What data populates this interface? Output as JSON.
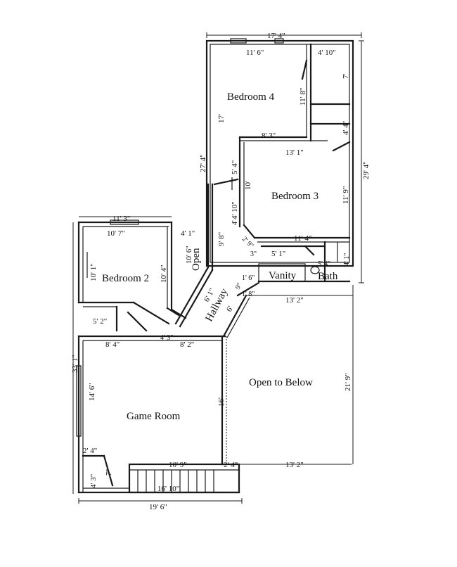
{
  "rooms": {
    "bedroom4": "Bedroom 4",
    "bedroom3": "Bedroom 3",
    "bedroom2": "Bedroom 2",
    "game_room": "Game Room",
    "open_to_below": "Open to Below",
    "hallway": "Hallway",
    "open": "Open",
    "vanity": "Vanity",
    "bath": "Bath"
  },
  "dimensions": {
    "d_17_4": "17' 4\"",
    "d_11_6": "11' 6\"",
    "d_4_10": "4' 10\"",
    "d_7": "7'",
    "d_11_8": "11' 8\"",
    "d_17": "17'",
    "d_27_4": "27' 4\"",
    "d_29_4": "29' 4\"",
    "d_4_4": "4' 4\"",
    "d_8_3": "8' 3\"",
    "d_13_1": "13' 1\"",
    "d_5_4": "5' 4\"",
    "d_10": "10'",
    "d_4_10b": "4' 10\"",
    "d_11_9": "11' 9\"",
    "d_4": "4'",
    "d_11_4": "11' 4\"",
    "d_9_8": "9' 8\"",
    "d_2_9": "2' 9\"",
    "d_3": "3\"",
    "d_5_1": "5' 1\"",
    "d_4_1b": "4' 1\"",
    "d_5_4b": "5' 4\"",
    "d_1_6": "1' 6\"",
    "d_11_3": "11' 3\"",
    "d_10_7": "10' 7\"",
    "d_4_1": "4' 1\"",
    "d_10_6": "10' 6\"",
    "d_10_1": "10' 1\"",
    "d_10_4": "10' 4\"",
    "d_6_1": "6' 1\"",
    "d_9": "9\"",
    "d_1_8": "1' 8\"",
    "d_13_2": "13' 2\"",
    "d_6": "6'",
    "d_5_2": "5' 2\"",
    "d_4_3": "4' 3\"",
    "d_8_4": "8' 4\"",
    "d_8_2": "8' 2\"",
    "d_33_1": "33' 1\"",
    "d_14_6": "14' 6\"",
    "d_16": "16'",
    "d_21_9": "21' 9\"",
    "d_2_4": "2' 4\"",
    "d_10_9": "10' 9\"",
    "d_2_4b": "2' 4\"",
    "d_13_2b": "13' 2\"",
    "d_4_3b": "4' 3\"",
    "d_7b": "7\"",
    "d_16_10": "16' 10\"",
    "d_19_6": "19' 6\""
  }
}
